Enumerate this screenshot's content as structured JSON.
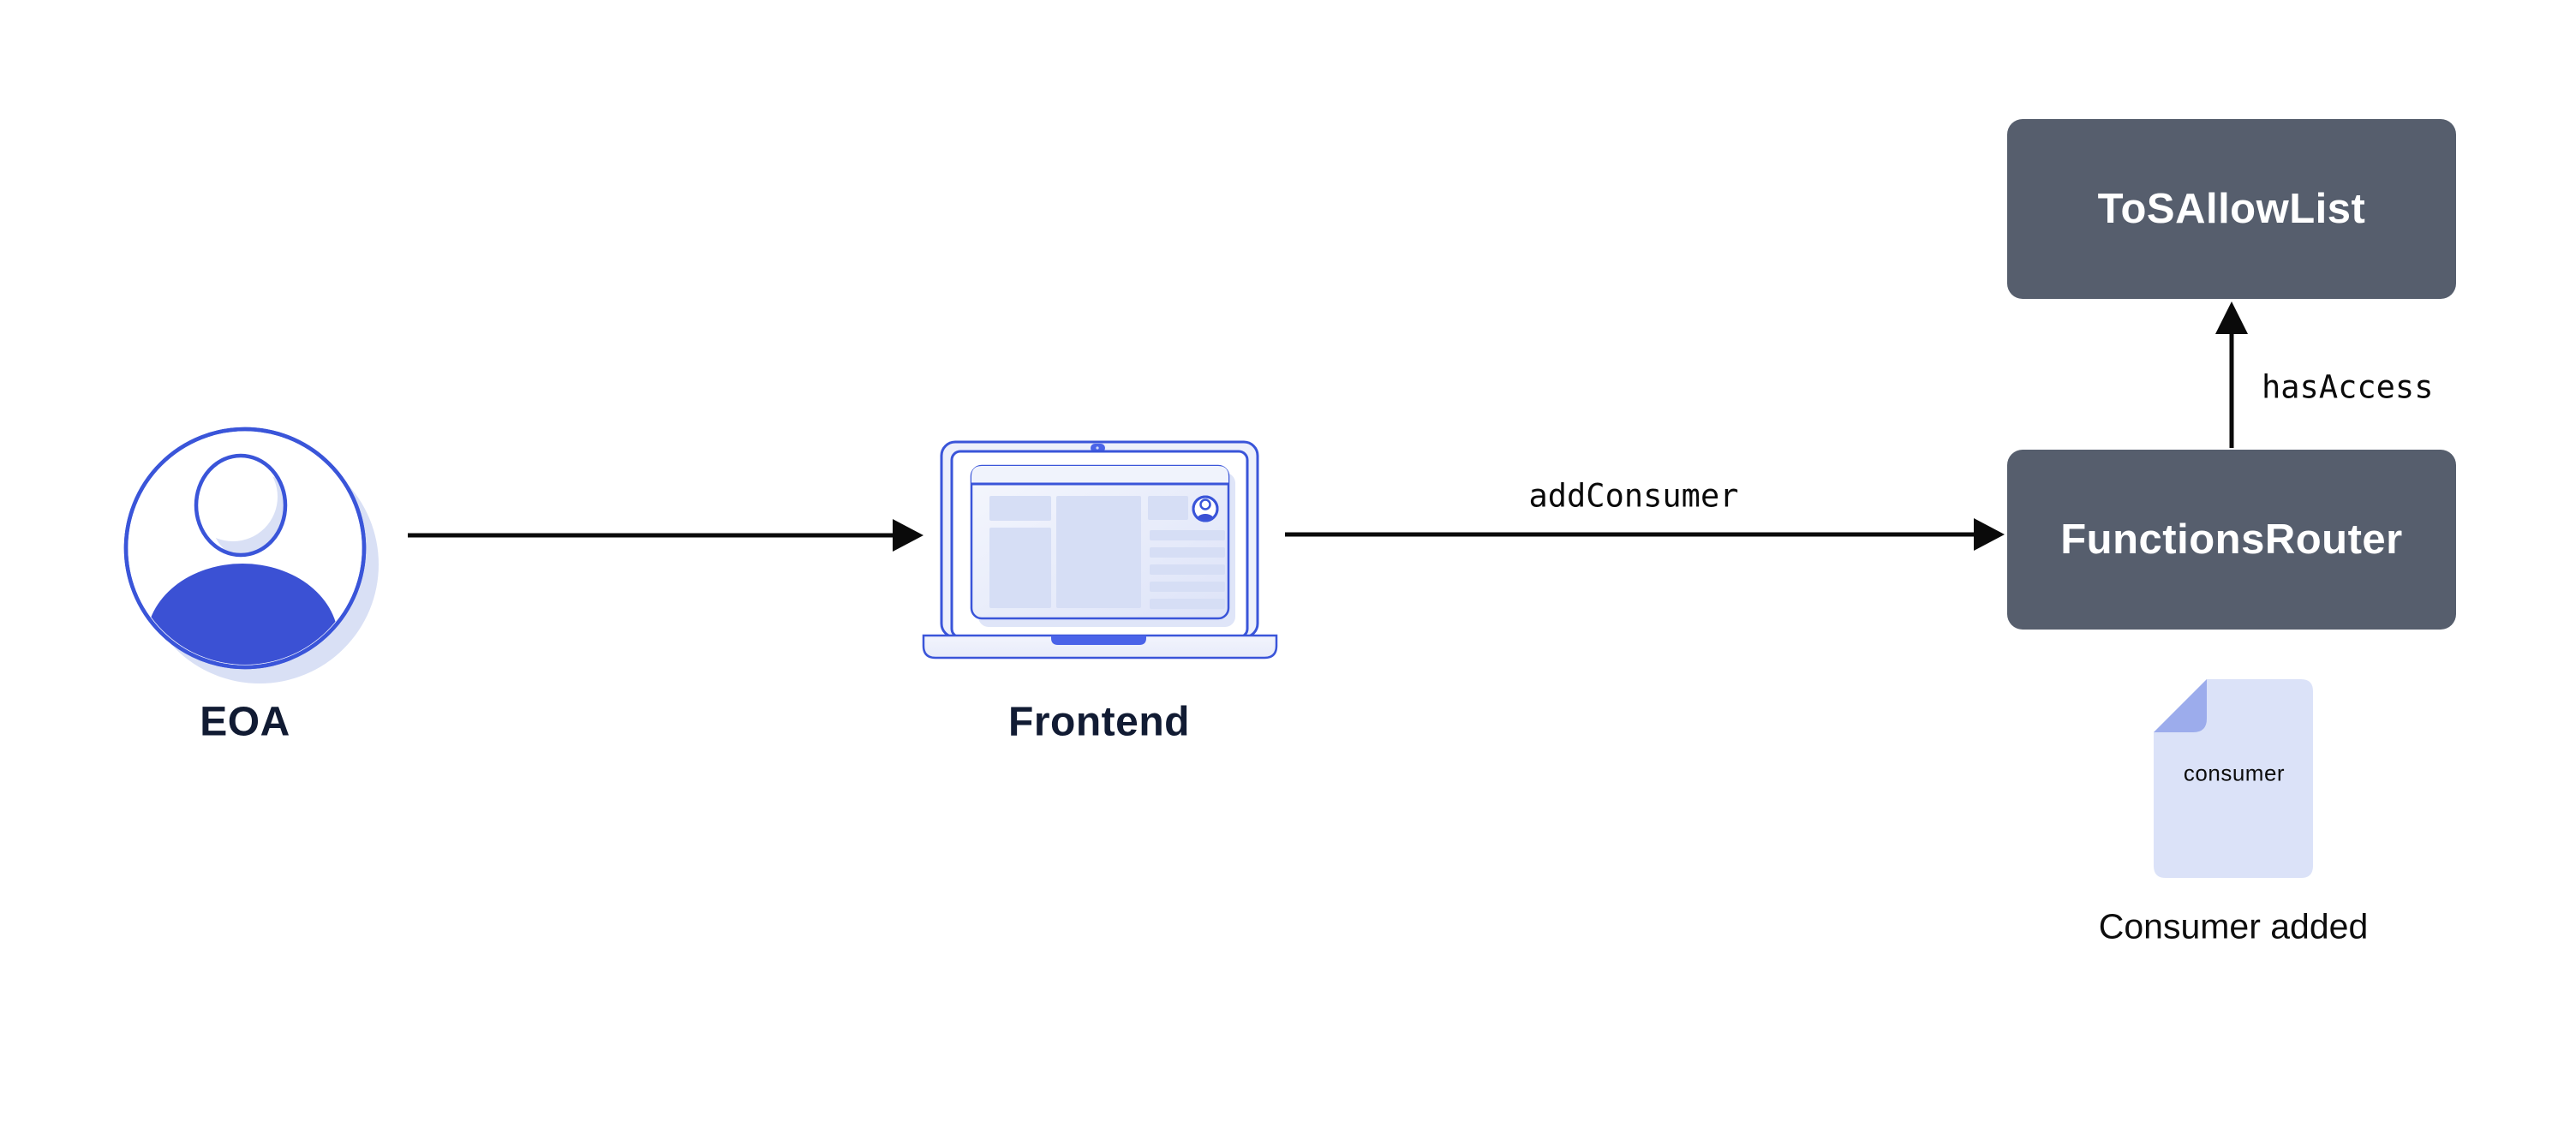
{
  "diagram": {
    "background": "#FFFFFF",
    "nodes": {
      "eoa": {
        "label": "EOA",
        "type": "user-avatar"
      },
      "frontend": {
        "label": "Frontend",
        "type": "laptop"
      },
      "functions_router": {
        "label": "FunctionsRouter",
        "type": "contract-box"
      },
      "tos_allow_list": {
        "label": "ToSAllowList",
        "type": "contract-box"
      },
      "consumer_doc": {
        "label": "consumer",
        "caption": "Consumer added",
        "type": "document"
      }
    },
    "edges": [
      {
        "from": "eoa",
        "to": "frontend",
        "label": "",
        "direction": "right"
      },
      {
        "from": "frontend",
        "to": "functions_router",
        "label": "addConsumer",
        "direction": "right"
      },
      {
        "from": "functions_router",
        "to": "tos_allow_list",
        "label": "hasAccess",
        "direction": "up"
      }
    ],
    "colors": {
      "accent_blue": "#3A55D9",
      "solid_blue": "#3B51D4",
      "notch_blue": "#4A63E8",
      "light_lavender": "#D9E0F5",
      "block_fill": "#D6DEF5",
      "panel_fill": "#EDF0FB",
      "doc_fill": "#DBE2F8",
      "doc_fold": "#9CACEC",
      "box_slate": "#565E6D",
      "label_navy": "#111B33",
      "arrow_black": "#0A0A0A",
      "white": "#FFFFFF"
    }
  }
}
